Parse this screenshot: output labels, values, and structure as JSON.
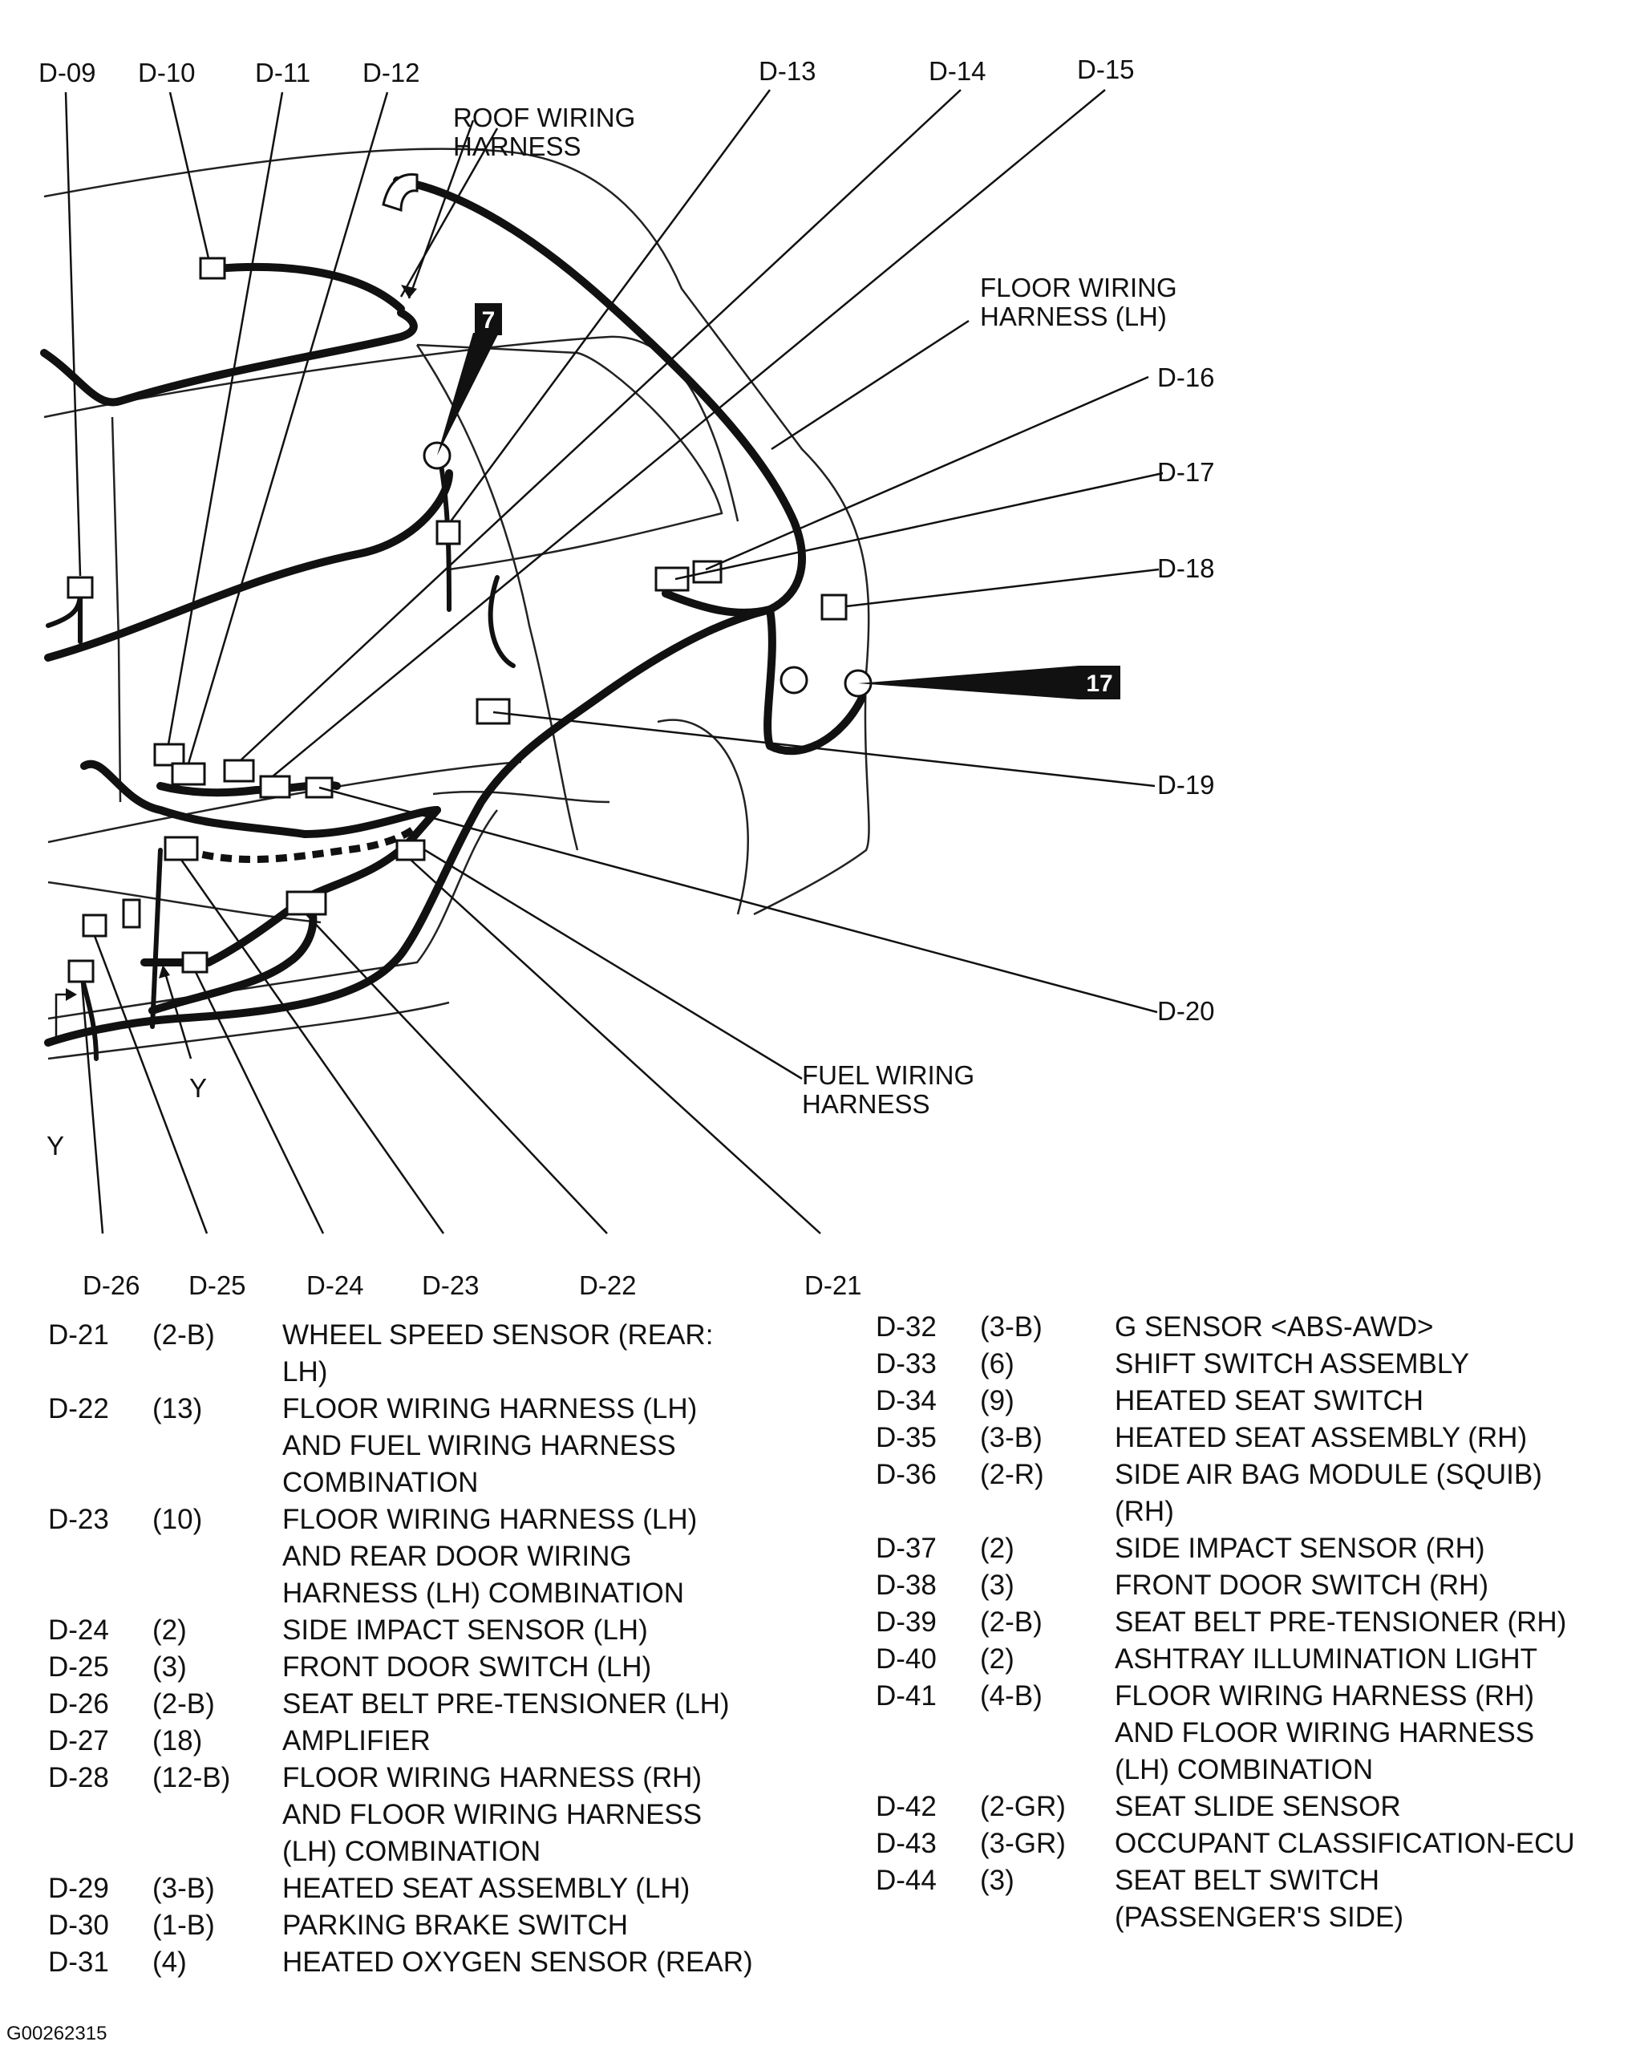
{
  "callouts": {
    "d09": "D-09",
    "d10": "D-10",
    "d11": "D-11",
    "d12": "D-12",
    "d13": "D-13",
    "d14": "D-14",
    "d15": "D-15",
    "d16": "D-16",
    "d17": "D-17",
    "d18": "D-18",
    "d19": "D-19",
    "d20": "D-20",
    "d21": "D-21",
    "d22": "D-22",
    "d23": "D-23",
    "d24": "D-24",
    "d25": "D-25",
    "d26": "D-26"
  },
  "notes": {
    "roof_line1": "ROOF WIRING",
    "roof_line2": "HARNESS",
    "floor_line1": "FLOOR WIRING",
    "floor_line2": "HARNESS (LH)",
    "fuel_line1": "FUEL WIRING",
    "fuel_line2": "HARNESS",
    "y_left": "Y",
    "y_center": "Y",
    "marker_7": "7",
    "marker_17": "17"
  },
  "connectors_left": [
    {
      "code": "D-21",
      "pins": "(2-B)",
      "desc": "WHEEL SPEED SENSOR (REAR:\nLH)"
    },
    {
      "code": "D-22",
      "pins": "(13)",
      "desc": "FLOOR WIRING HARNESS (LH)\nAND FUEL WIRING HARNESS\nCOMBINATION"
    },
    {
      "code": "D-23",
      "pins": "(10)",
      "desc": "FLOOR WIRING HARNESS (LH)\nAND REAR DOOR WIRING\nHARNESS (LH) COMBINATION"
    },
    {
      "code": "D-24",
      "pins": "(2)",
      "desc": "SIDE IMPACT SENSOR (LH)"
    },
    {
      "code": "D-25",
      "pins": "(3)",
      "desc": "FRONT DOOR SWITCH (LH)"
    },
    {
      "code": "D-26",
      "pins": "(2-B)",
      "desc": "SEAT BELT PRE-TENSIONER (LH)"
    },
    {
      "code": "D-27",
      "pins": "(18)",
      "desc": "AMPLIFIER"
    },
    {
      "code": "D-28",
      "pins": "(12-B)",
      "desc": "FLOOR WIRING HARNESS (RH)\nAND FLOOR WIRING HARNESS\n(LH) COMBINATION"
    },
    {
      "code": "D-29",
      "pins": "(3-B)",
      "desc": "HEATED SEAT ASSEMBLY (LH)"
    },
    {
      "code": "D-30",
      "pins": "(1-B)",
      "desc": "PARKING BRAKE SWITCH"
    },
    {
      "code": "D-31",
      "pins": "(4)",
      "desc": "HEATED OXYGEN SENSOR (REAR)"
    }
  ],
  "connectors_right": [
    {
      "code": "D-32",
      "pins": "(3-B)",
      "desc": "G SENSOR <ABS-AWD>"
    },
    {
      "code": "D-33",
      "pins": "(6)",
      "desc": "SHIFT SWITCH ASSEMBLY"
    },
    {
      "code": "D-34",
      "pins": "(9)",
      "desc": "HEATED SEAT SWITCH"
    },
    {
      "code": "D-35",
      "pins": "(3-B)",
      "desc": "HEATED SEAT ASSEMBLY (RH)"
    },
    {
      "code": "D-36",
      "pins": "(2-R)",
      "desc": "SIDE AIR BAG MODULE (SQUIB)\n(RH)"
    },
    {
      "code": "D-37",
      "pins": "(2)",
      "desc": "SIDE IMPACT SENSOR (RH)"
    },
    {
      "code": "D-38",
      "pins": "(3)",
      "desc": "FRONT DOOR SWITCH (RH)"
    },
    {
      "code": "D-39",
      "pins": "(2-B)",
      "desc": "SEAT BELT PRE-TENSIONER (RH)"
    },
    {
      "code": "D-40",
      "pins": "(2)",
      "desc": "ASHTRAY ILLUMINATION LIGHT"
    },
    {
      "code": "D-41",
      "pins": "(4-B)",
      "desc": "FLOOR WIRING HARNESS (RH)\nAND FLOOR WIRING HARNESS\n(LH) COMBINATION"
    },
    {
      "code": "D-42",
      "pins": "(2-GR)",
      "desc": "SEAT SLIDE SENSOR"
    },
    {
      "code": "D-43",
      "pins": "(3-GR)",
      "desc": "OCCUPANT CLASSIFICATION-ECU"
    },
    {
      "code": "D-44",
      "pins": "(3)",
      "desc": "SEAT BELT SWITCH\n(PASSENGER'S SIDE)"
    }
  ],
  "figure_id": "G00262315"
}
